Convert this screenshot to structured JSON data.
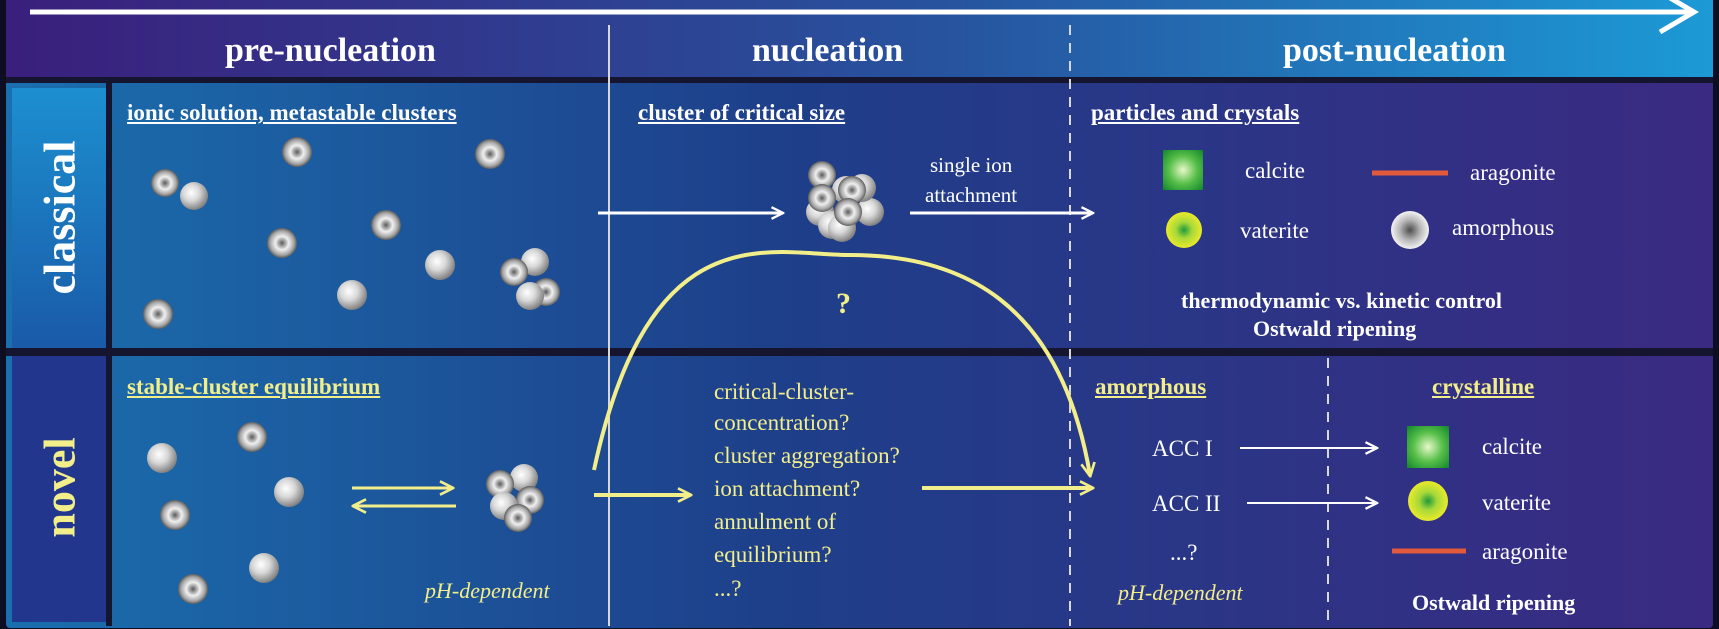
{
  "columns": [
    "pre-nucleation",
    "nucleation",
    "post-nucleation"
  ],
  "rows": [
    "classical",
    "novel"
  ],
  "classical": {
    "pre_title": "ionic solution, metastable clusters",
    "nuc_title": "cluster of critical size",
    "arrow_label": [
      "single ion",
      "attachment"
    ],
    "question": "?",
    "post_title": "particles and crystals",
    "legend": {
      "calcite": "calcite",
      "aragonite": "aragonite",
      "vaterite": "vaterite",
      "amorphous": "amorphous"
    },
    "notes": [
      "thermodynamic vs. kinetic control",
      "Ostwald ripening"
    ]
  },
  "novel": {
    "pre_title": "stable-cluster equilibrium",
    "pre_note": "pH-dependent",
    "nuc_list": [
      "critical-cluster-",
      "concentration?",
      "cluster aggregation?",
      "ion attachment?",
      "annulment of",
      "equilibrium?",
      "...?"
    ],
    "amorphous_title": "amorphous",
    "crystalline_title": "crystalline",
    "acc": [
      "ACC I",
      "ACC II",
      "...?"
    ],
    "amorphous_note": "pH-dependent",
    "products": [
      "calcite",
      "vaterite",
      "aragonite"
    ],
    "footer": "Ostwald ripening"
  },
  "colors": {
    "white": "#ffffff",
    "yellow": "#f2ee8a",
    "calcite": "#1fa33a",
    "vaterite": "#d8e21a",
    "aragonite": "#e25a3c",
    "amorphous": "#9a9a9a"
  }
}
